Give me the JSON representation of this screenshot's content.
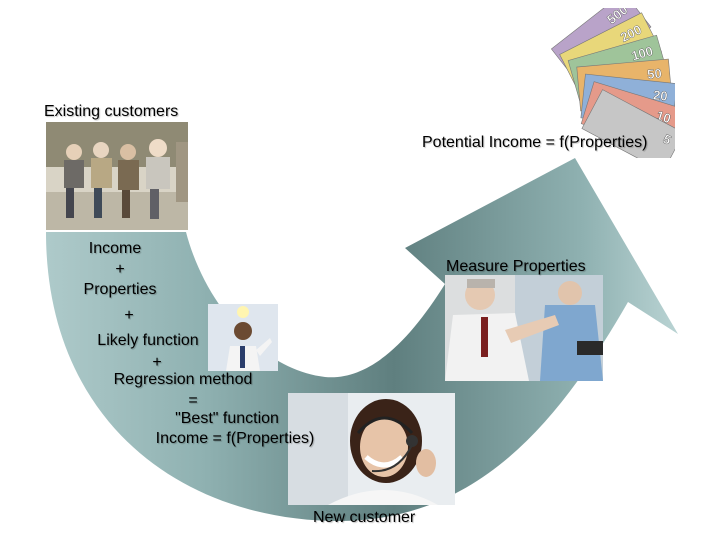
{
  "labels": {
    "existing_customers": "Existing customers",
    "potential_income": "Potential Income = f(Properties)",
    "measure_properties": "Measure Properties",
    "new_customer": "New customer"
  },
  "formula": {
    "income": "Income",
    "plus1": "+",
    "properties": "Properties",
    "plus2": "+",
    "likely_function": "Likely function",
    "plus3": "+",
    "regression_method": "Regression method",
    "equals": "=",
    "best_function": "\"Best\" function",
    "income_formula": "Income = f(Properties)"
  },
  "banknotes": {
    "denominations": [
      "500",
      "200",
      "100",
      "50",
      "20",
      "10",
      "5"
    ],
    "colors": [
      "#b9a3c9",
      "#e8d77a",
      "#9fc49a",
      "#e8b46a",
      "#8fb0d8",
      "#e59a8a",
      "#c6c6c6"
    ]
  },
  "colors": {
    "arrow_light": "#c8dede",
    "arrow_mid": "#8fb3b3",
    "arrow_dark": "#4f6e6e"
  }
}
